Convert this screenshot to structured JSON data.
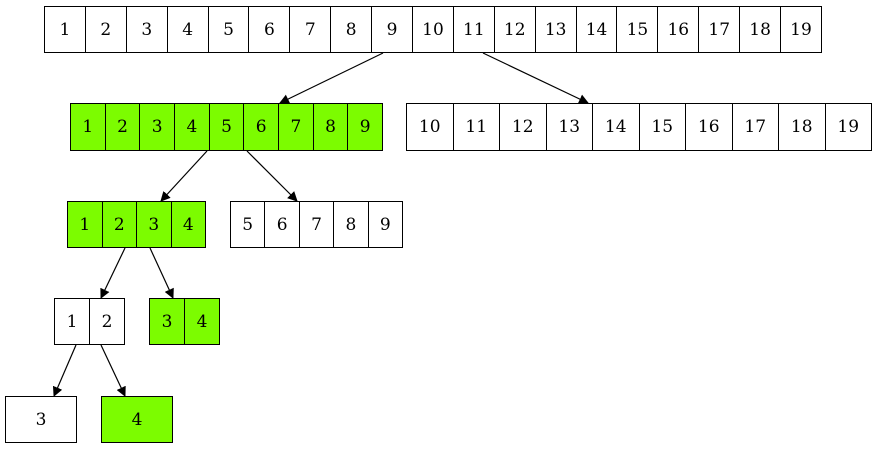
{
  "colors": {
    "highlight": "#7cfc00",
    "default": "#ffffff",
    "stroke": "#000000"
  },
  "nodes": [
    {
      "id": "root",
      "cells": [
        "1",
        "2",
        "3",
        "4",
        "5",
        "6",
        "7",
        "8",
        "9",
        "10",
        "11",
        "12",
        "13",
        "14",
        "15",
        "16",
        "17",
        "18",
        "19"
      ],
      "highlighted": false
    },
    {
      "id": "l1a",
      "cells": [
        "1",
        "2",
        "3",
        "4",
        "5",
        "6",
        "7",
        "8",
        "9"
      ],
      "highlighted": true
    },
    {
      "id": "l1b",
      "cells": [
        "10",
        "11",
        "12",
        "13",
        "14",
        "15",
        "16",
        "17",
        "18",
        "19"
      ],
      "highlighted": false
    },
    {
      "id": "l2a",
      "cells": [
        "1",
        "2",
        "3",
        "4"
      ],
      "highlighted": true
    },
    {
      "id": "l2b",
      "cells": [
        "5",
        "6",
        "7",
        "8",
        "9"
      ],
      "highlighted": false
    },
    {
      "id": "l3a",
      "cells": [
        "1",
        "2"
      ],
      "highlighted": false
    },
    {
      "id": "l3b",
      "cells": [
        "3",
        "4"
      ],
      "highlighted": true
    },
    {
      "id": "l4a",
      "cells": [
        "3"
      ],
      "highlighted": false
    },
    {
      "id": "l4b",
      "cells": [
        "4"
      ],
      "highlighted": true
    }
  ],
  "edges": [
    {
      "from": "root",
      "to": "l1a"
    },
    {
      "from": "root",
      "to": "l1b"
    },
    {
      "from": "l1a",
      "to": "l2a"
    },
    {
      "from": "l1a",
      "to": "l2b"
    },
    {
      "from": "l2a",
      "to": "l3a"
    },
    {
      "from": "l2a",
      "to": "l3b"
    },
    {
      "from": "l3a",
      "to": "l4a"
    },
    {
      "from": "l3a",
      "to": "l4b"
    }
  ]
}
